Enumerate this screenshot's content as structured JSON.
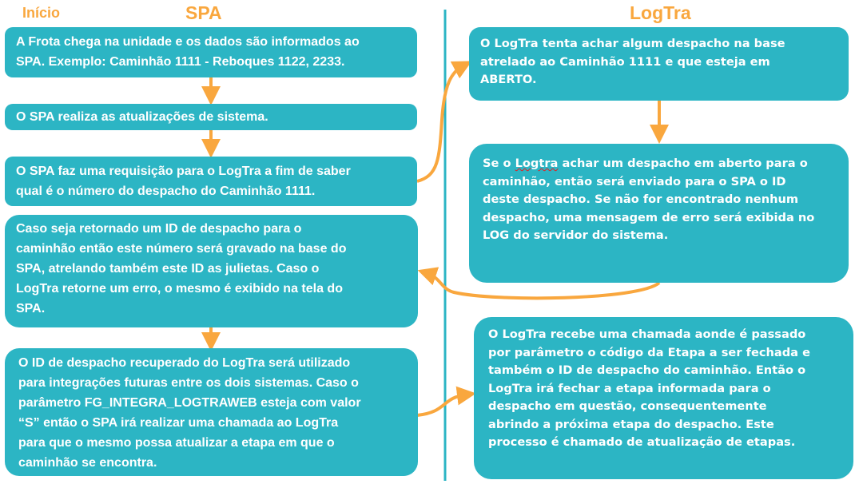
{
  "headings": {
    "start": "Início",
    "spa": "SPA",
    "logtra": "LogTra"
  },
  "colors": {
    "box": "#2cb5c4",
    "arrow": "#f9a73e",
    "text": "#ffffff"
  },
  "spa_steps": [
    "A Frota chega na unidade e os dados são informados ao\nSPA. Exemplo: Caminhão 1111 - Reboques 1122, 2233.",
    "O SPA realiza as atualizações de sistema.",
    "O SPA faz uma requisição para o LogTra a fim de saber\nqual é o número do despacho do Caminhão 1111.",
    "Caso seja retornado um ID de despacho para o\ncaminhão então este número será gravado na base do\nSPA, atrelando também este ID as julietas. Caso o\nLogTra retorne um erro, o mesmo é exibido na tela do\nSPA.",
    "O ID de despacho recuperado do LogTra será utilizado\npara integrações futuras entre os dois sistemas. Caso o\nparâmetro FG_INTEGRA_LOGTRAWEB esteja com valor\n“S” então o SPA irá realizar uma chamada ao LogTra\npara que o mesmo possa atualizar a etapa em que o\ncaminhão se encontra."
  ],
  "logtra_steps": [
    "O LogTra tenta achar algum despacho na base\natrelado ao Caminhão 1111 e que esteja em\nABERTO.",
    {
      "pre": "Se o ",
      "underlined": "Logtra",
      "post": " achar um despacho em aberto para o\ncaminhão, então será enviado para o SPA o ID\ndeste despacho. Se não for encontrado nenhum\ndespacho, uma mensagem de erro será exibida no\nLOG do servidor do sistema."
    },
    "O LogTra recebe uma chamada aonde é passado\npor parâmetro o código da Etapa a ser fechada e\ntambém o ID de despacho do caminhão. Então o\nLogTra irá fechar a etapa informada para o\ndespacho em questão, consequentemente\nabrindo a próxima etapa do despacho. Este\nprocesso é chamado de atualização de etapas."
  ]
}
